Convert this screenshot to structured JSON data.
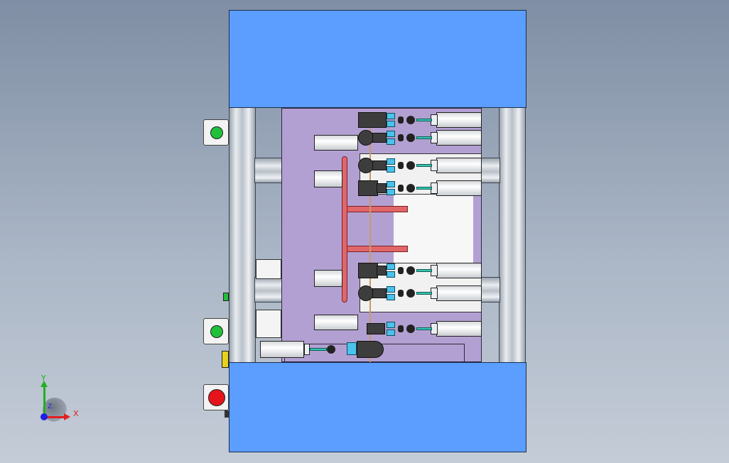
{
  "viewport": {
    "background_top": "#7f8ea4",
    "background_bottom": "#c4ccd7"
  },
  "colors": {
    "clamp_block": "#5b9eff",
    "base_plate": "#b3a0d2",
    "guide_bar": "#e0666a",
    "fitting": "#49c3ea",
    "rod": "#31c7b6"
  },
  "controls": {
    "buttons": [
      {
        "name": "green-button-top",
        "color": "#1fc03a"
      },
      {
        "name": "green-button-middle",
        "color": "#1fc03a"
      },
      {
        "name": "red-button-bottom",
        "color": "#e4141a"
      }
    ]
  },
  "triad": {
    "x_label": "X",
    "y_label": "Y",
    "z_label": "Z",
    "x_color": "#e02020",
    "y_color": "#20b020",
    "z_color": "#2020e0"
  }
}
